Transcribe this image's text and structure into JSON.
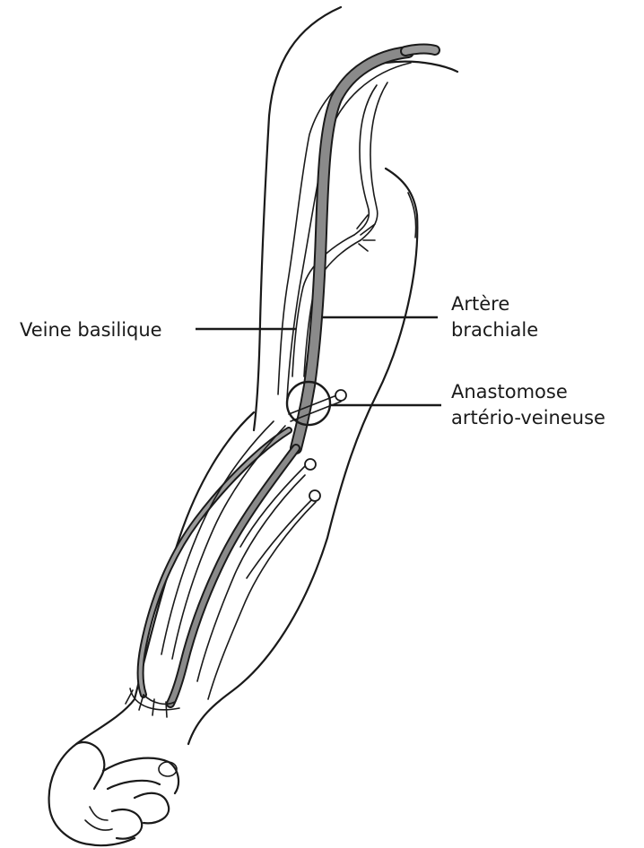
{
  "labels": {
    "veine_basilique": "Veine basilique",
    "artere_line1": "Artère",
    "artere_line2": "brachiale",
    "anastomose_line1": "Anastomose",
    "anastomose_line2": "artério-veineuse"
  },
  "colors": {
    "artery_fill": "#8a8a8a",
    "artery_shade": "#c9c9cf",
    "line": "#1a1a1a",
    "background": "#ffffff"
  }
}
